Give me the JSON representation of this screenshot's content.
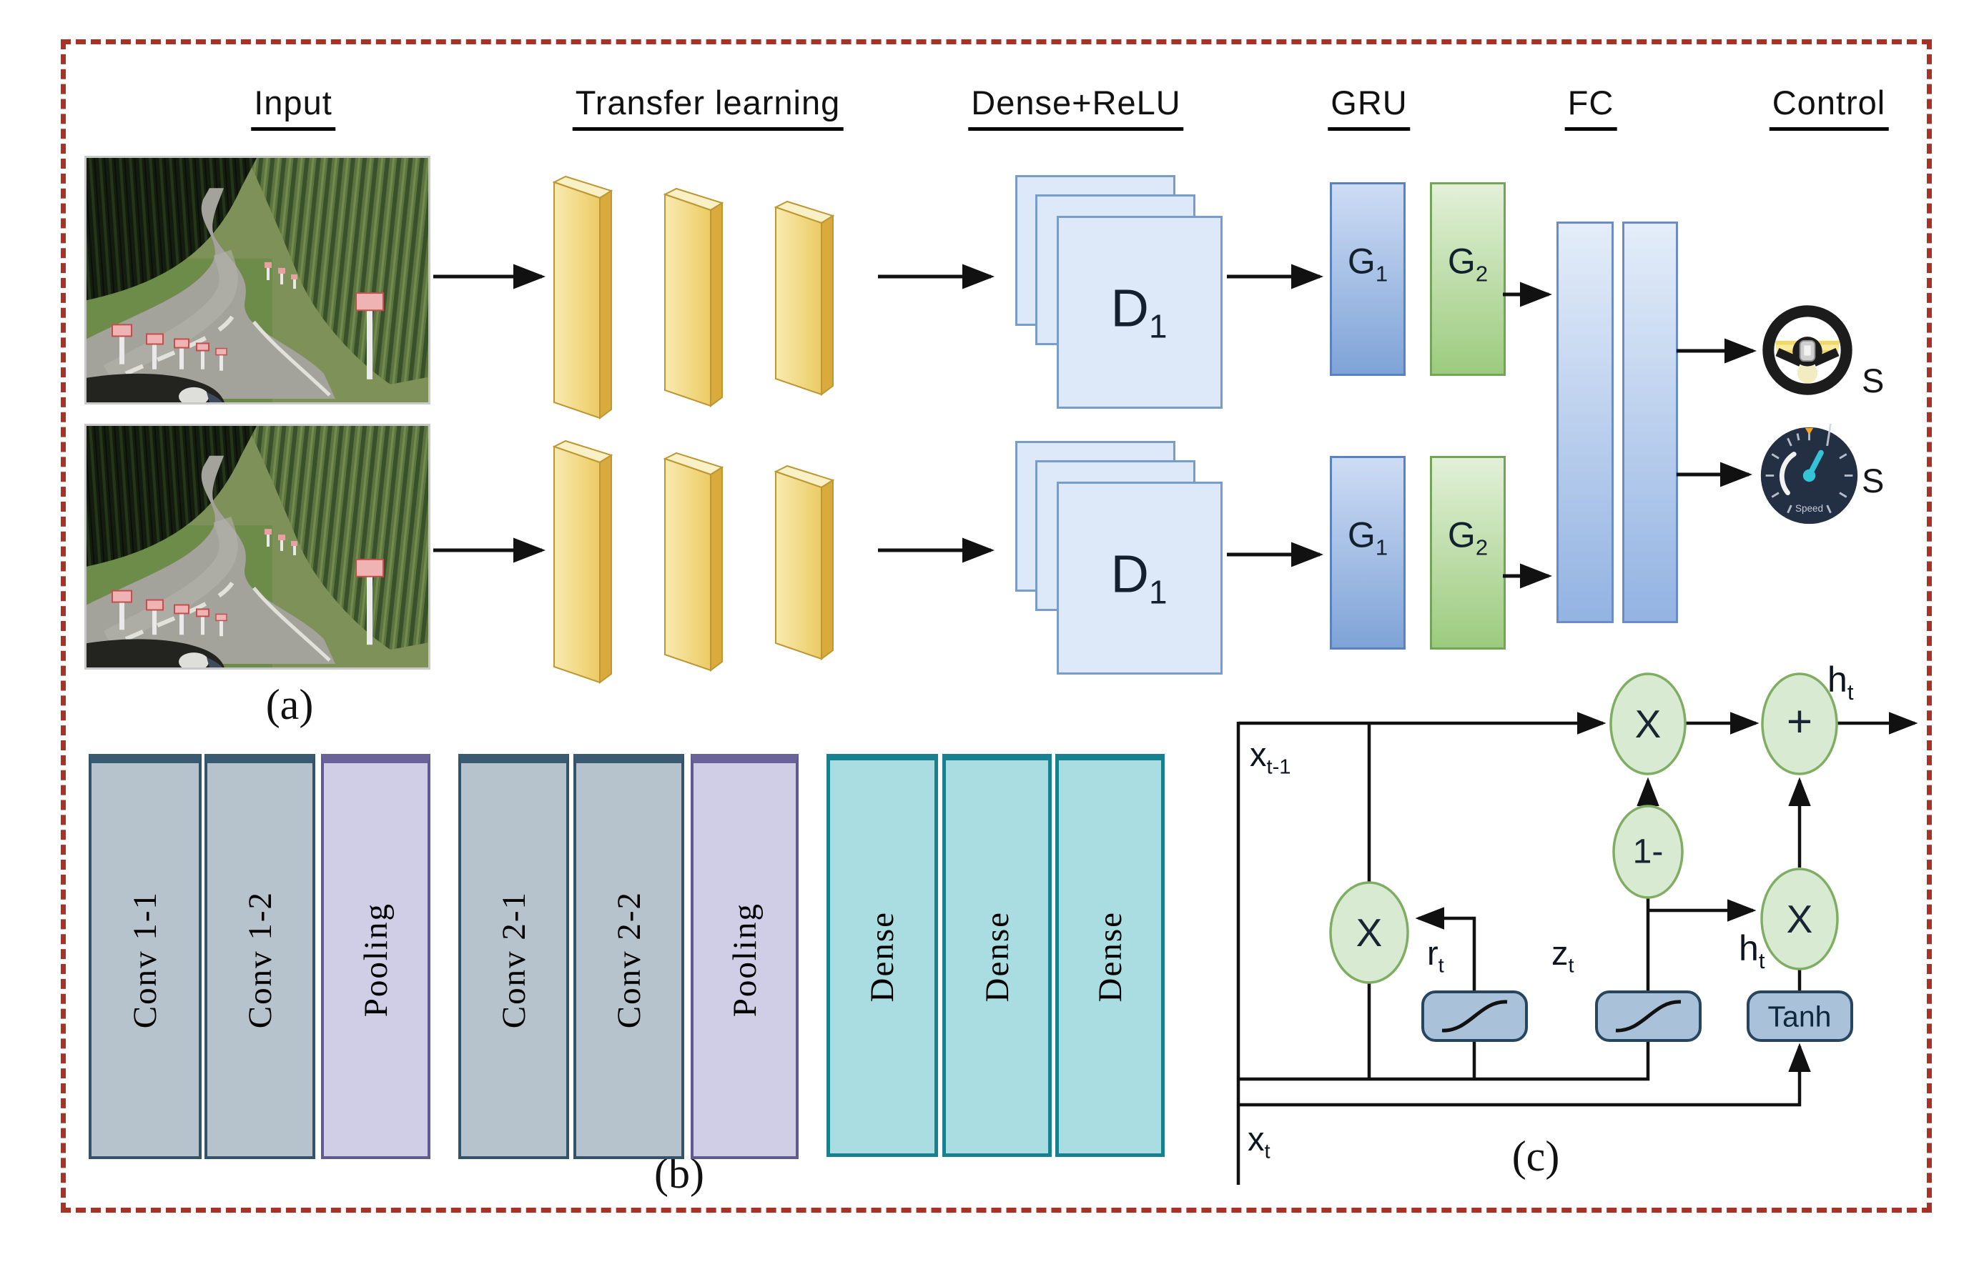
{
  "panel_a": {
    "headers": [
      "Input",
      "Transfer learning",
      "Dense+ReLU",
      "GRU",
      "FC",
      "Control"
    ],
    "label": "(a)",
    "d_label": {
      "base": "D",
      "sub": "1"
    },
    "g1_label": {
      "base": "G",
      "sub": "1"
    },
    "g2_label": {
      "base": "G",
      "sub": "2"
    },
    "steering_output_label": "S",
    "speed_output_label": "S",
    "speedometer_text": "Speed"
  },
  "panel_b": {
    "label": "(b)",
    "bars": [
      {
        "text": "Conv 1-1",
        "type": "conv"
      },
      {
        "text": "Conv 1-2",
        "type": "conv"
      },
      {
        "text": "Pooling",
        "type": "pool"
      },
      {
        "text": "Conv 2-1",
        "type": "conv"
      },
      {
        "text": "Conv 2-2",
        "type": "conv"
      },
      {
        "text": "Pooling",
        "type": "pool"
      },
      {
        "text": "Dense",
        "type": "dense"
      },
      {
        "text": "Dense",
        "type": "dense"
      },
      {
        "text": "Dense",
        "type": "dense"
      }
    ]
  },
  "panel_c": {
    "label": "(c)",
    "x_prev": {
      "base": "x",
      "sub": "t-1"
    },
    "x_t": {
      "base": "x",
      "sub": "t"
    },
    "r_t": {
      "base": "r",
      "sub": "t"
    },
    "z_t": {
      "base": "z",
      "sub": "t"
    },
    "h_mid": {
      "base": "h",
      "sub": "t"
    },
    "h_out": {
      "base": "h",
      "sub": "t"
    },
    "op_multiply": "X",
    "op_add": "+",
    "op_one_minus": "1-",
    "op_tanh": "Tanh"
  },
  "colors": {
    "border_red": "#a93226",
    "slab_yellow": "#f0d47a",
    "dense_stack_blue": "#dde9f8",
    "gru_blue": "#7fa3d7",
    "gru_green": "#9ccb7e",
    "fc_blue": "#93b3e2",
    "conv_gray": "#b6c2cc",
    "pooling_lavender": "#d0cde6",
    "dense_teal": "#aadde2",
    "gate_ellipse_green": "#d9ead3",
    "gate_box_blue": "#a9c2d9"
  }
}
